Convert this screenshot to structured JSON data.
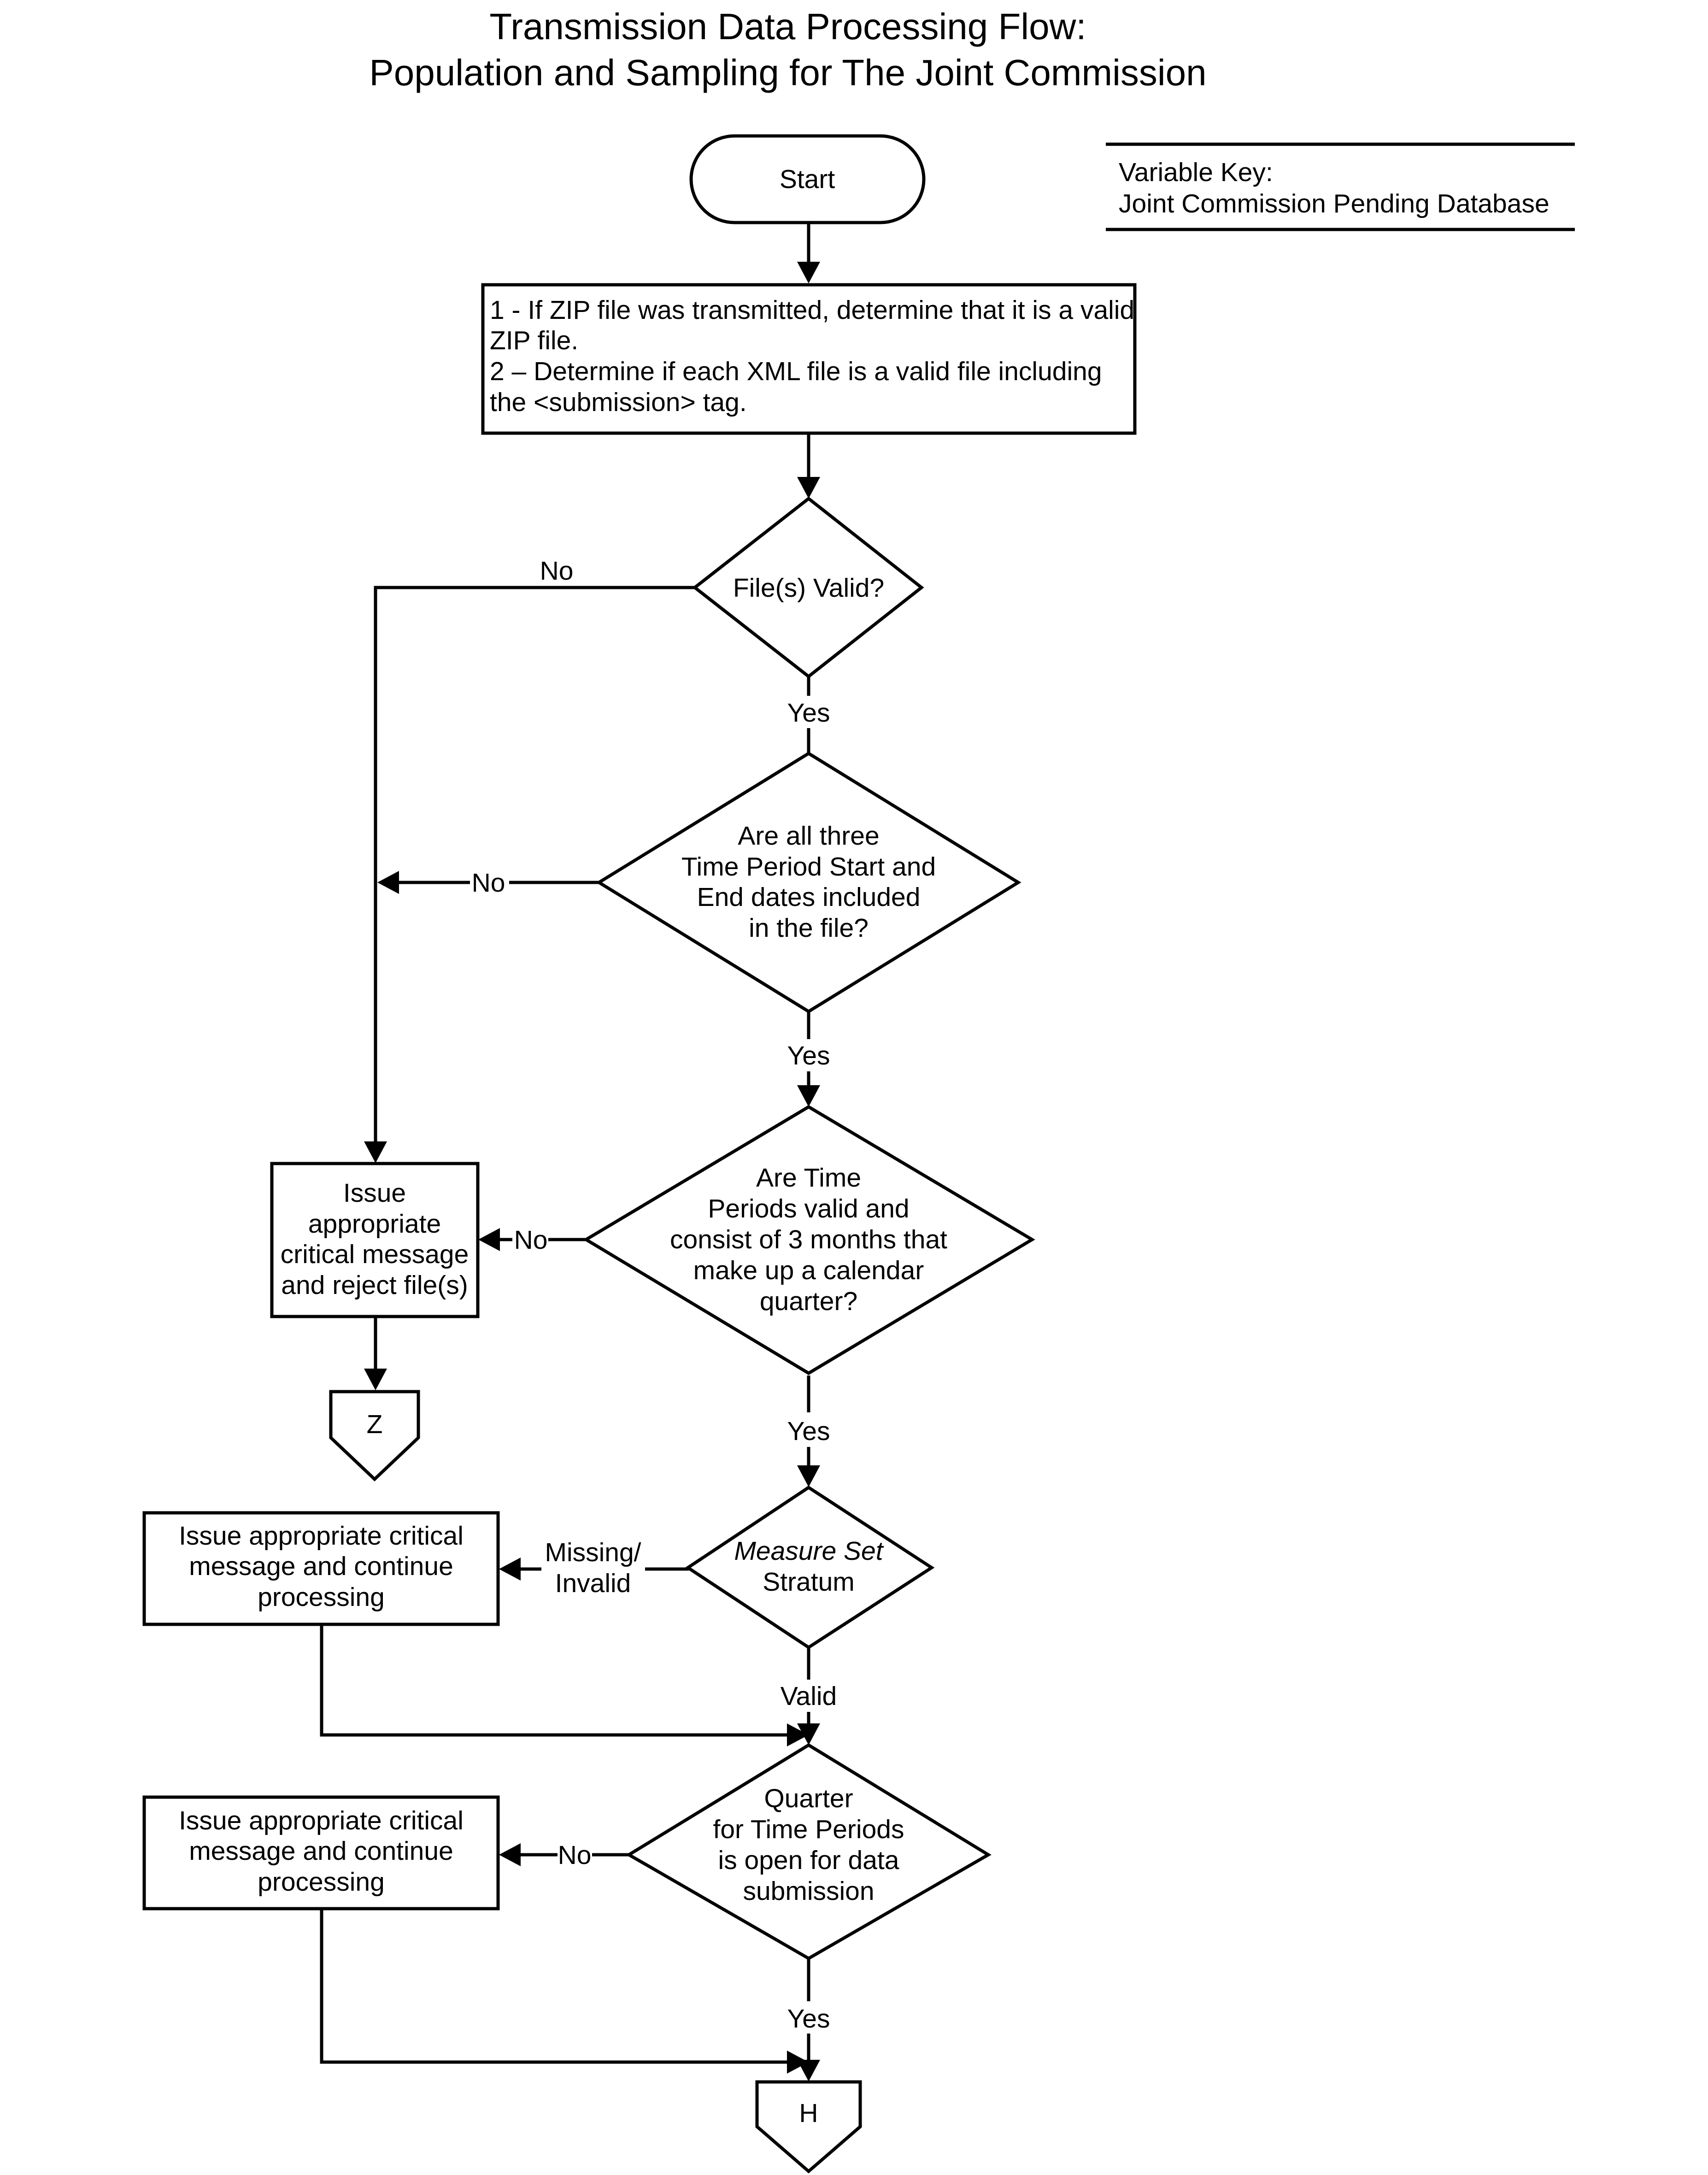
{
  "title": {
    "line1": "Transmission Data Processing Flow:",
    "line2": "Population and Sampling for The Joint Commission"
  },
  "variable_key": {
    "line1": "Variable Key:",
    "line2": "Joint Commission Pending Database"
  },
  "nodes": {
    "start": "Start",
    "validate_steps": {
      "line1": "1 - If ZIP file was transmitted, determine that it is a valid",
      "line2": "ZIP file.",
      "line3": "2 – Determine if each XML file is a valid file including",
      "line4": "the <submission> tag."
    },
    "files_valid": "File(s) Valid?",
    "dates_included": {
      "line1": "Are all three",
      "line2": "Time Period Start and",
      "line3": "End dates included",
      "line4": "in the file?"
    },
    "periods_valid": {
      "line1": "Are Time",
      "line2": "Periods valid and",
      "line3": "consist of 3 months that",
      "line4": "make up a calendar",
      "line5": "quarter?"
    },
    "reject": {
      "line1": "Issue",
      "line2": "appropriate",
      "line3": "critical message",
      "line4": "and reject file(s)"
    },
    "connector_z": "Z",
    "stratum": {
      "line1": "Measure Set",
      "line2": "Stratum"
    },
    "msg_continue_1": {
      "line1": "Issue appropriate critical",
      "line2": "message and continue",
      "line3": "processing"
    },
    "quarter_open": {
      "line1": "Quarter",
      "line2": "for Time Periods",
      "line3": "is open for data",
      "line4": "submission"
    },
    "msg_continue_2": {
      "line1": "Issue appropriate critical",
      "line2": "message and continue",
      "line3": "processing"
    },
    "connector_h": "H"
  },
  "edge_labels": {
    "files_valid_no": "No",
    "files_valid_yes": "Yes",
    "dates_no": "No",
    "dates_yes": "Yes",
    "periods_no": "No",
    "periods_yes": "Yes",
    "stratum_missing": {
      "line1": "Missing/",
      "line2": "Invalid"
    },
    "stratum_valid": "Valid",
    "quarter_no": "No",
    "quarter_yes": "Yes"
  }
}
